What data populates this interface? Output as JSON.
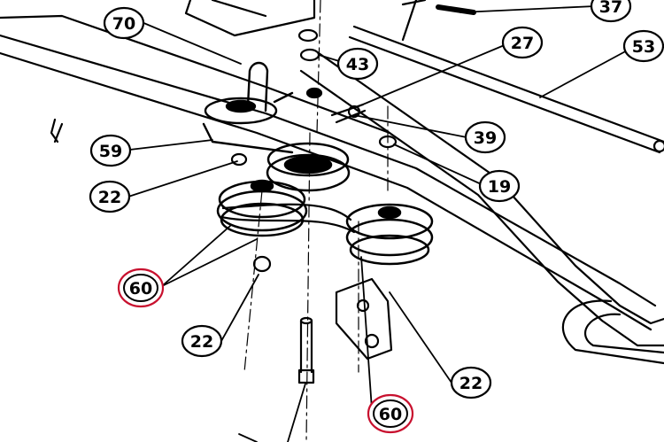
{
  "colors": {
    "ink": "#000000",
    "background": "#ffffff",
    "highlight_ring": "#c8102e"
  },
  "callouts": [
    {
      "id": "c70",
      "text": "70",
      "highlighted": false
    },
    {
      "id": "c37",
      "text": "37",
      "highlighted": false
    },
    {
      "id": "c43",
      "text": "43",
      "highlighted": false
    },
    {
      "id": "c27",
      "text": "27",
      "highlighted": false
    },
    {
      "id": "c53",
      "text": "53",
      "highlighted": false
    },
    {
      "id": "c59",
      "text": "59",
      "highlighted": false
    },
    {
      "id": "c39",
      "text": "39",
      "highlighted": false
    },
    {
      "id": "c22a",
      "text": "22",
      "highlighted": false
    },
    {
      "id": "c19",
      "text": "19",
      "highlighted": false
    },
    {
      "id": "c60a",
      "text": "60",
      "highlighted": true
    },
    {
      "id": "c22b",
      "text": "22",
      "highlighted": false
    },
    {
      "id": "c22c",
      "text": "22",
      "highlighted": false
    },
    {
      "id": "c60b",
      "text": "60",
      "highlighted": true
    }
  ]
}
